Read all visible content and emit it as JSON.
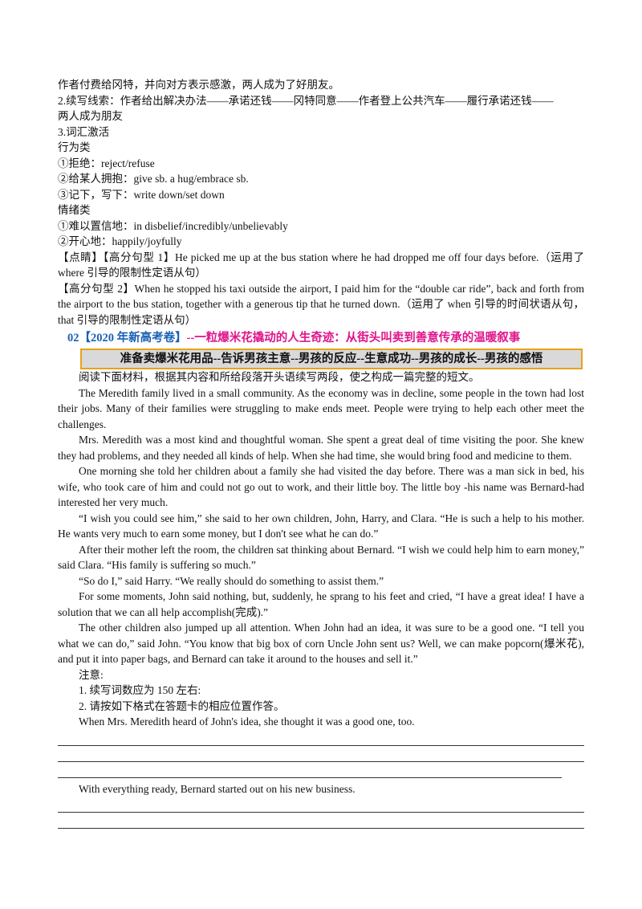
{
  "intro_lines": [
    "作者付费给冈特，并向对方表示感激，两人成为了好朋友。",
    "2.续写线索：作者给出解决办法——承诺还钱——冈特同意——作者登上公共汽车——履行承诺还钱——",
    "两人成为朋友",
    "3.词汇激活",
    "行为类",
    "①拒绝：reject/refuse",
    "②给某人拥抱：give sb. a hug/embrace sb.",
    "③记下，写下：write down/set down",
    "情绪类",
    "①难以置信地：in disbelief/incredibly/unbelievably",
    "②开心地：happily/joyfully"
  ],
  "sentence_pattern_1": "【点睛】【高分句型 1】He picked me up at the bus station where he had dropped me off four days before.（运用了 where 引导的限制性定语从句）",
  "sentence_pattern_2": "【高分句型 2】When he stopped his taxi outside the airport, I paid him for the “double car ride”, back and forth from the airport to the bus station, together with a generous tip that he turned down.（运用了 when 引导的时间状语从句，that 引导的限制性定语从句）",
  "section": {
    "number": "02",
    "tag": "【2020 年新高考卷】",
    "title": "--一粒爆米花撬动的人生奇迹：从街头叫卖到善意传承的温暖叙事",
    "banner": "准备卖爆米花用品--告诉男孩主意--男孩的反应--生意成功--男孩的成长--男孩的感悟"
  },
  "instruction": "阅读下面材料，根据其内容和所给段落开头语续写两段，使之构成一篇完整的短文。",
  "paragraphs": [
    "The Meredith family lived in a small community. As the economy was in decline, some people in the town had lost their jobs. Many of their families were struggling to make ends meet. People were trying to help each other meet the challenges.",
    "Mrs. Meredith was a most kind and thoughtful woman. She spent a great deal of time visiting the poor. She knew they had problems, and they needed all kinds of help. When she had time, she would bring food and medicine to them.",
    "One morning she told her children about a family she had visited the day before. There was a man sick in bed, his wife, who took care of him and could not go out to work, and their little boy. The little boy -his name was Bernard-had interested her very much.",
    "“I wish you could see him,” she said to her own children, John, Harry, and Clara. “He is such a help to his mother. He wants very much to earn some money, but I don't see what he can do.”",
    "After their mother left the room, the children sat thinking about Bernard. “I wish we could help him to earn money,” said Clara. “His family is suffering so much.”",
    "“So do I,” said Harry. “We really should do something to assist them.”",
    "For some moments, John said nothing, but, suddenly, he sprang to his feet and cried, “I have a great idea! I have a solution that we can all help accomplish(完成).”",
    "The other children also jumped up all attention. When John had an idea, it was sure to be a good one. “I tell you what we can do,” said John. “You know that big box of corn Uncle John sent us? Well, we can make popcorn(爆米花), and put it into paper bags, and Bernard can take it around to the houses and sell it.”"
  ],
  "notes": {
    "label": "注意:",
    "item1": "1. 续写词数应为 150 左右:",
    "item2": "2. 请按如下格式在答题卡的相应位置作答。"
  },
  "para1_start": "When Mrs. Meredith heard of John's idea, she thought it was a good one, too.",
  "para2_start": "With everything ready, Bernard started out on his new business."
}
